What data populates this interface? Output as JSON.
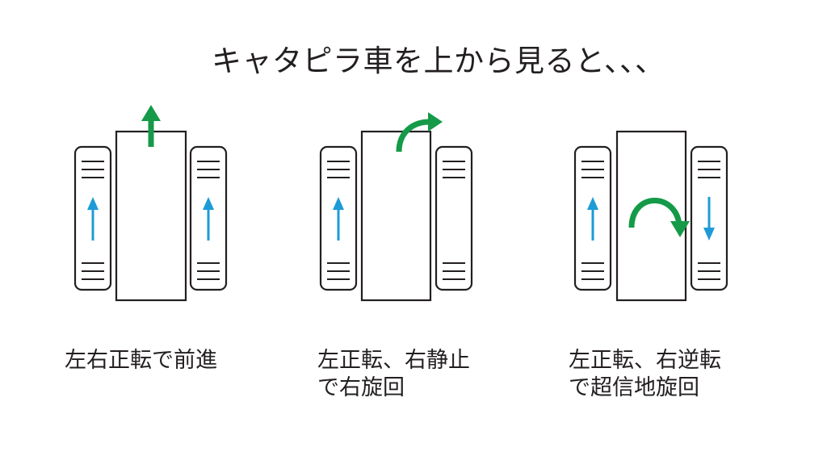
{
  "title": "キャタピラ車を上から見ると、、、",
  "colors": {
    "outline": "#231f20",
    "track_arrow": "#1d9bd7",
    "body_motion_arrow": "#149a48",
    "background": "#ffffff"
  },
  "panels": [
    {
      "id": "forward",
      "caption_lines": [
        "左右正転で前進"
      ],
      "left_track": "up",
      "right_track": "up",
      "body_motion": "straight"
    },
    {
      "id": "pivot-turn",
      "caption_lines": [
        "左正転、右静止",
        "で右旋回"
      ],
      "left_track": "up",
      "right_track": "none",
      "body_motion": "turn-right"
    },
    {
      "id": "spin-turn",
      "caption_lines": [
        "左正転、右逆転",
        "で超信地旋回"
      ],
      "left_track": "up",
      "right_track": "down",
      "body_motion": "spin-clockwise"
    }
  ]
}
